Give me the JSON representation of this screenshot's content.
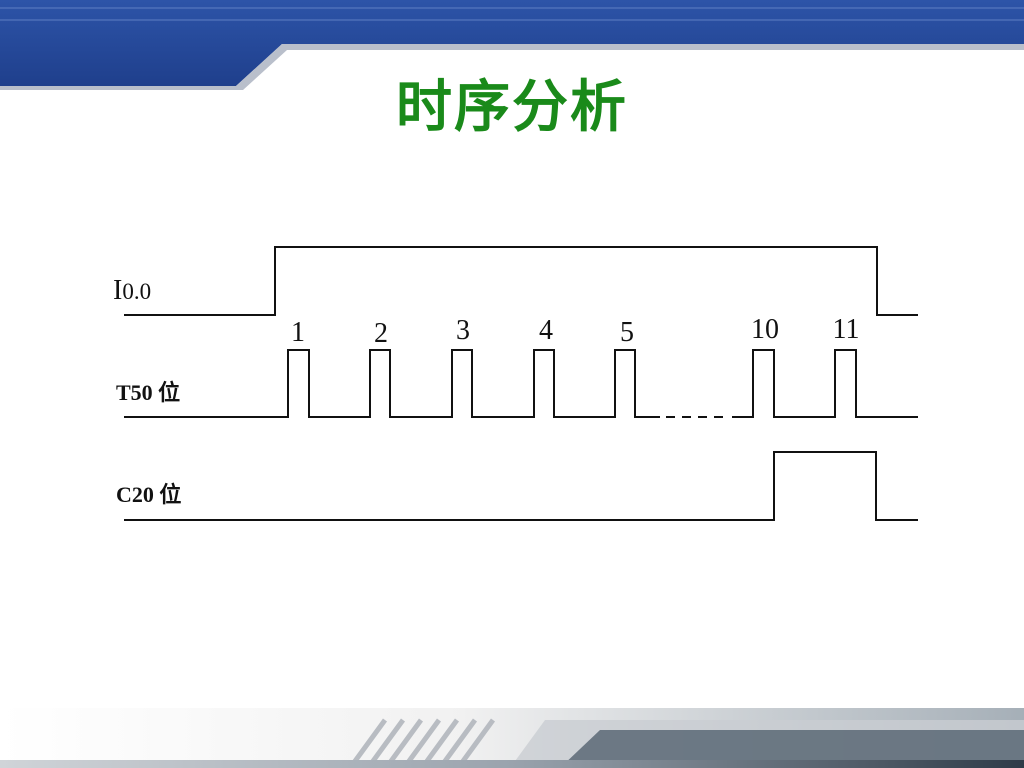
{
  "slide": {
    "title": "时序分析",
    "accent_color": "#23469a",
    "title_color": "#1a8a1a"
  },
  "timing_diagram": {
    "signals": [
      {
        "name": "I0.0",
        "label_prefix": "I",
        "label_suffix": "0.0"
      },
      {
        "name": "T50 位",
        "label": "T50 位"
      },
      {
        "name": "C20 位",
        "label": "C20 位"
      }
    ],
    "pulse_labels": [
      "1",
      "2",
      "3",
      "4",
      "5",
      "10",
      "11"
    ],
    "gap_marker": "- - - -"
  }
}
